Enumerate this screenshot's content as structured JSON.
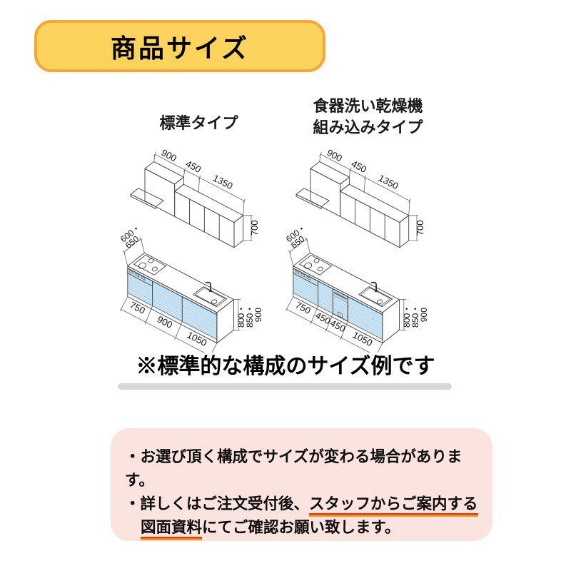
{
  "header": {
    "title": "商品サイズ"
  },
  "diagrams": {
    "left": {
      "title": "標準タイプ",
      "upper_widths": {
        "w1": "900",
        "w2": "450",
        "w3": "1350"
      },
      "upper_height": "700",
      "counter_depth": {
        "l1": "600・",
        "l2": "650"
      },
      "base_widths": {
        "b1": "750",
        "b2": "900",
        "b3": "1050"
      },
      "base_heights": {
        "h1": "800・",
        "h2": "850・",
        "h3": "900"
      }
    },
    "right": {
      "title_line1": "食器洗い乾燥機",
      "title_line2": "組み込みタイプ",
      "upper_widths": {
        "w1": "900",
        "w2": "450",
        "w3": "1350"
      },
      "upper_height": "700",
      "counter_depth": {
        "l1": "600・",
        "l2": "650"
      },
      "base_widths": {
        "b1": "750",
        "b2": "450",
        "b3": "450",
        "b4": "1050"
      },
      "base_heights": {
        "h1": "800・",
        "h2": "850・",
        "h3": "900"
      }
    }
  },
  "note": {
    "text": "※標準的な構成のサイズ例です"
  },
  "info_box": {
    "line1": "・お選び頂く構成でサイズが変わる場合があります。",
    "line2_pre": "・詳しくはご注文受付後、",
    "line2_underlined": "スタッフからご案内する",
    "line3_underlined": "図面資料",
    "line3_post": "にてご確認お願い致します。"
  },
  "colors": {
    "header_bg": "#fcd35c",
    "header_border": "#f6a738",
    "cabinet_blue": "#c5e4f6",
    "cabinet_top_gray": "#d9d9d9",
    "info_box_bg": "#fbe4df",
    "underline_red": "#e8380d",
    "underline_orange": "#f59a23",
    "note_bar_gray": "#d8d8d8"
  }
}
